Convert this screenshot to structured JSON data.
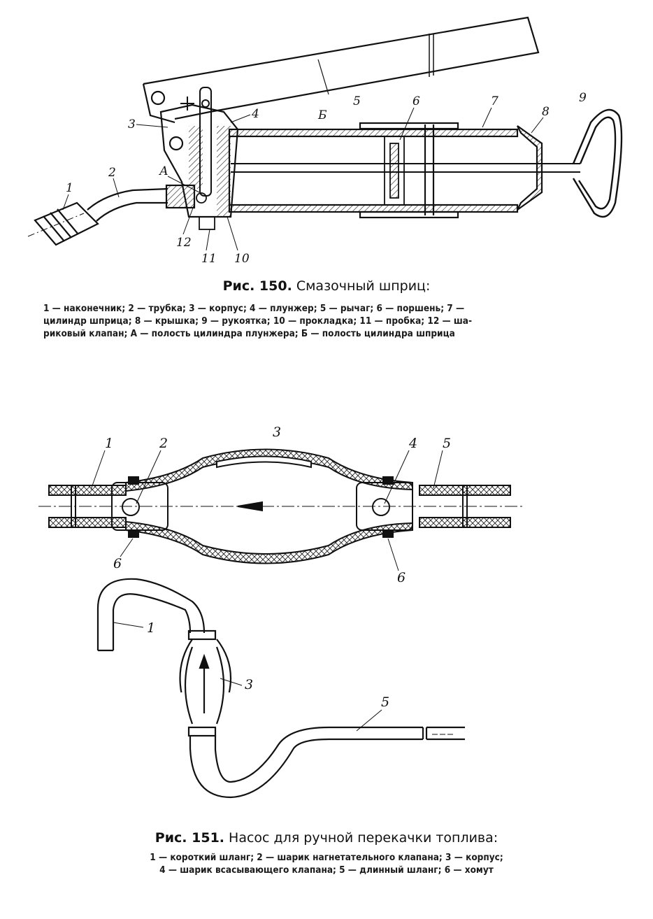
{
  "figure150": {
    "title_prefix": "Рис. 150.",
    "title_text": " Смазочный шприц:",
    "legend_lines": [
      "1 — наконечник;  2 — трубка;  3 — корпус;  4 — плунжер;  5 — рычаг;  6 — поршень;  7 —",
      "цилиндр шприца;  8 — крышка;  9 — рукоятка;  10 — прокладка;  11 — пробка;  12 — ша-",
      "риковый клапан;  А — полость цилиндра плунжера;  Б — полость цилиндра шприца"
    ],
    "callouts": [
      "1",
      "2",
      "3",
      "4",
      "5",
      "6",
      "7",
      "8",
      "9",
      "10",
      "11",
      "12",
      "А",
      "Б"
    ]
  },
  "figure151": {
    "title_prefix": "Рис. 151.",
    "title_text": " Насос для ручной перекачки топлива:",
    "legend_lines": [
      "1 — короткий шланг;  2 — шарик нагнетательного клапана;  3 — корпус;",
      "4 — шарик всасывающего клапана;  5 — длинный шланг;  6 — хомут"
    ],
    "callouts_top": [
      "1",
      "2",
      "3",
      "4",
      "5",
      "6",
      "6"
    ],
    "callouts_bottom": [
      "1",
      "3",
      "5"
    ]
  }
}
